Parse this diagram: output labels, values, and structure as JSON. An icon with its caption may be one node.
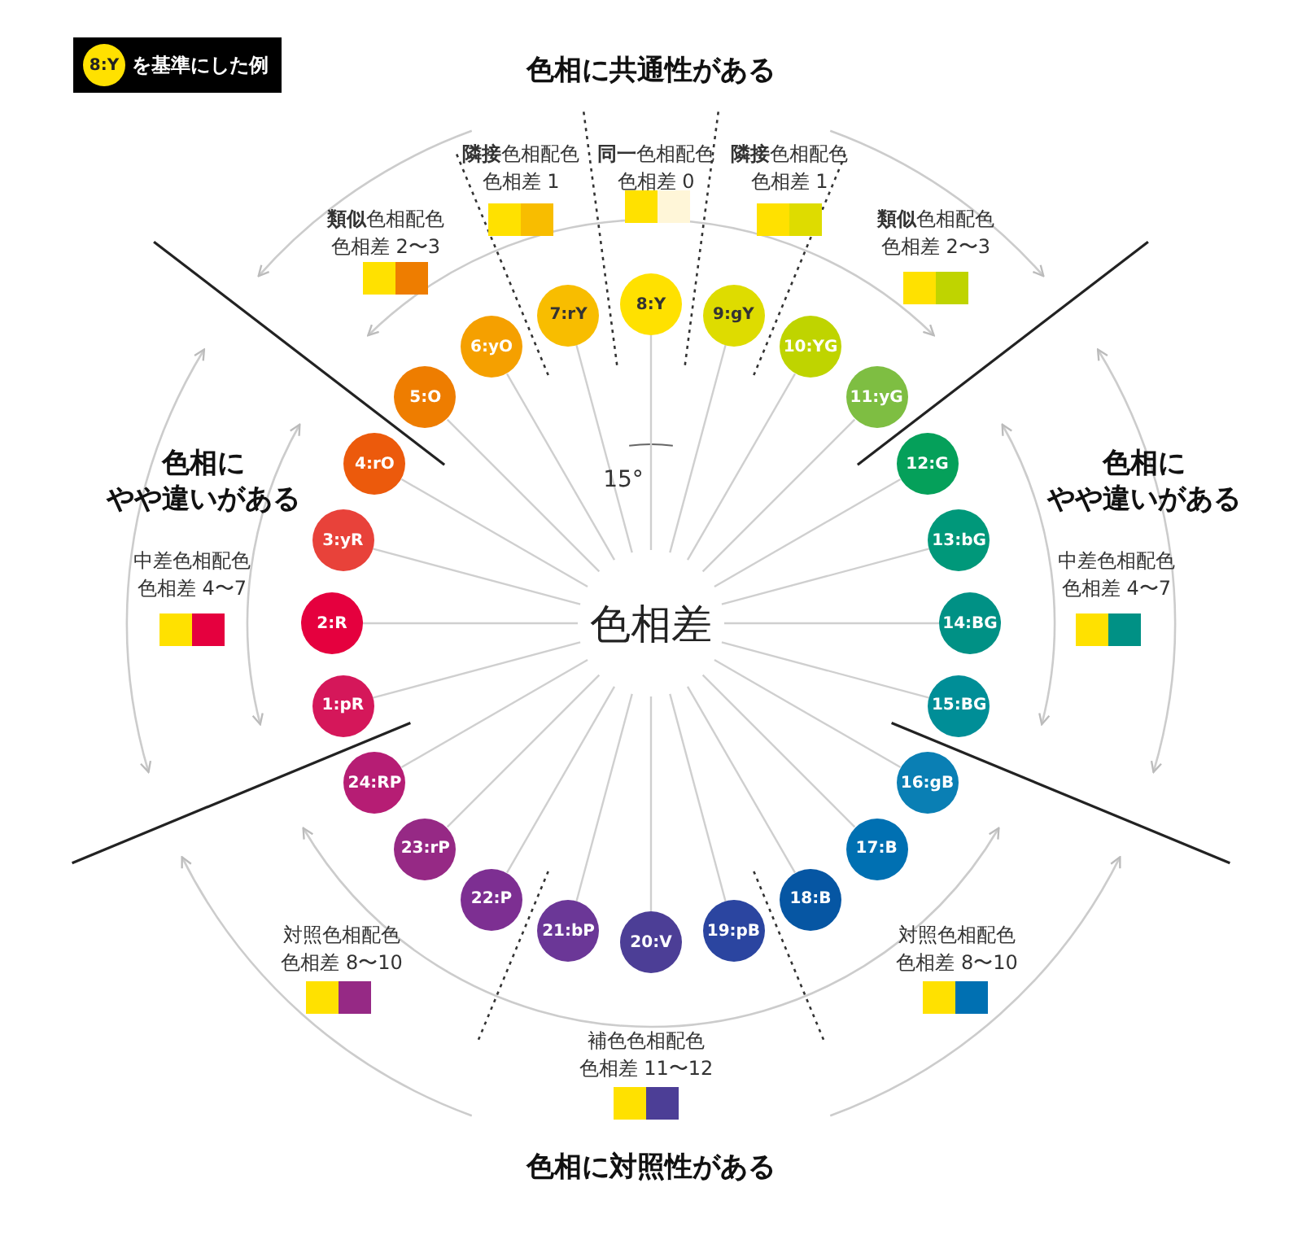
{
  "diagram": {
    "nodes": [
      {
        "text": [
          "色相差"
        ]
      },
      {
        "text": [
          "1:pR"
        ]
      },
      {
        "text": [
          "2:R"
        ]
      },
      {
        "text": [
          "3:yR"
        ]
      },
      {
        "text": [
          "4:rO"
        ]
      },
      {
        "text": [
          "5:O"
        ]
      },
      {
        "text": [
          "6:yO"
        ]
      },
      {
        "text": [
          "7:rY"
        ]
      },
      {
        "text": [
          "8:Y"
        ]
      },
      {
        "text": [
          "9:gY"
        ]
      },
      {
        "text": [
          "10:YG"
        ]
      },
      {
        "text": [
          "11:yG"
        ]
      },
      {
        "text": [
          "12:G"
        ]
      },
      {
        "text": [
          "13:bG"
        ]
      },
      {
        "text": [
          "14:BG"
        ]
      },
      {
        "text": [
          "15:BG"
        ]
      },
      {
        "text": [
          "16:gB"
        ]
      },
      {
        "text": [
          "17:B"
        ]
      },
      {
        "text": [
          "18:B"
        ]
      },
      {
        "text": [
          "19:pB"
        ]
      },
      {
        "text": [
          "20:V"
        ]
      },
      {
        "text": [
          "21:bP"
        ]
      },
      {
        "text": [
          "22:P"
        ]
      },
      {
        "text": [
          "23:rP"
        ]
      },
      {
        "text": [
          "24:RP"
        ]
      },
      {
        "text": [
          "を基準にした例"
        ]
      },
      {
        "text": [
          "8:Y"
        ],
        "in": 25
      }
    ],
    "edges": [
      {
        "from": 0,
        "to": 1,
        "arrow": "none"
      },
      {
        "from": 0,
        "to": 2,
        "arrow": "none"
      },
      {
        "from": 0,
        "to": 3,
        "arrow": "none"
      },
      {
        "from": 0,
        "to": 4,
        "arrow": "none"
      },
      {
        "from": 0,
        "to": 5,
        "arrow": "none"
      },
      {
        "from": 0,
        "to": 6,
        "arrow": "none"
      },
      {
        "from": 0,
        "to": 7,
        "arrow": "none"
      },
      {
        "from": 0,
        "to": 8,
        "arrow": "none"
      },
      {
        "from": 0,
        "to": 9,
        "arrow": "none"
      },
      {
        "from": 0,
        "to": 10,
        "arrow": "none"
      },
      {
        "from": 0,
        "to": 11,
        "arrow": "none"
      },
      {
        "from": 0,
        "to": 12,
        "arrow": "none"
      },
      {
        "from": 0,
        "to": 13,
        "arrow": "none"
      },
      {
        "from": 0,
        "to": 14,
        "arrow": "none"
      },
      {
        "from": 0,
        "to": 15,
        "arrow": "none"
      },
      {
        "from": 0,
        "to": 16,
        "arrow": "none"
      },
      {
        "from": 0,
        "to": 17,
        "arrow": "none"
      },
      {
        "from": 0,
        "to": 18,
        "arrow": "none"
      },
      {
        "from": 0,
        "to": 19,
        "arrow": "none"
      },
      {
        "from": 0,
        "to": 20,
        "arrow": "none"
      },
      {
        "from": 0,
        "to": 21,
        "arrow": "none"
      },
      {
        "from": 0,
        "to": 22,
        "arrow": "none"
      },
      {
        "from": 0,
        "to": 23,
        "arrow": "none"
      },
      {
        "from": 0,
        "to": 24,
        "arrow": "none"
      }
    ],
    "labels": [
      "色相に共通性がある",
      "**同一**色相配色",
      "色相差 0",
      "**隣接**色相配色",
      "色相差 1",
      "**隣接**色相配色",
      "色相差 1",
      "**類似**色相配色",
      "色相差 2〜3",
      "**類似**色相配色",
      "色相差 2〜3",
      "15°",
      "色相にやや違いがある",
      "色相にやや違いがある",
      "中差色相配色",
      "色相差 4〜7",
      "中差色相配色",
      "色相差 4〜7",
      "対照色相配色",
      "色相差 8〜10",
      "対照色相配色",
      "色相差 8〜10",
      "補色色相配色",
      "色相差 11〜12",
      "色相に対照性がある"
    ]
  }
}
